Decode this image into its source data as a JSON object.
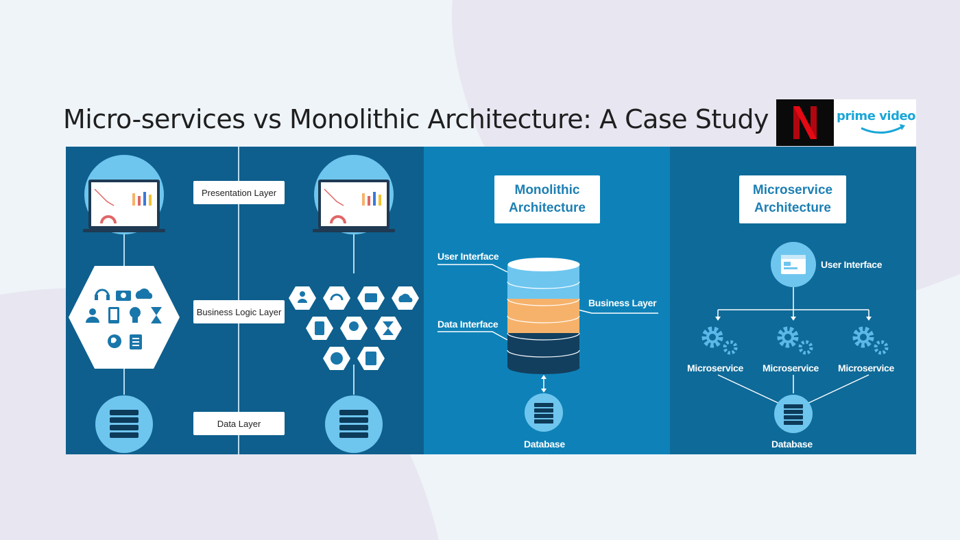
{
  "title": "Micro-services vs Monolithic Architecture: A Case Study",
  "logos": {
    "netflix": "N",
    "prime": "prime video"
  },
  "layers": {
    "presentation": "Presentation Layer",
    "business": "Business Logic Layer",
    "data": "Data Layer"
  },
  "monolithic": {
    "heading_line1": "Monolithic",
    "heading_line2": "Architecture",
    "user_interface": "User Interface",
    "business_layer": "Business Layer",
    "data_interface": "Data Interface",
    "database": "Database"
  },
  "microservice": {
    "heading_line1": "Microservice",
    "heading_line2": "Architecture",
    "user_interface": "User Interface",
    "services": [
      "Microservice",
      "Microservice",
      "Microservice"
    ],
    "database": "Database"
  },
  "colors": {
    "panel_left": "#0e5f8d",
    "panel_mid": "#0e82b8",
    "panel_right": "#0e6a98",
    "light_blue": "#6ec6ef",
    "db_orange": "#f6b26b",
    "netflix_red": "#e50914",
    "prime_blue": "#1aa6d8"
  }
}
